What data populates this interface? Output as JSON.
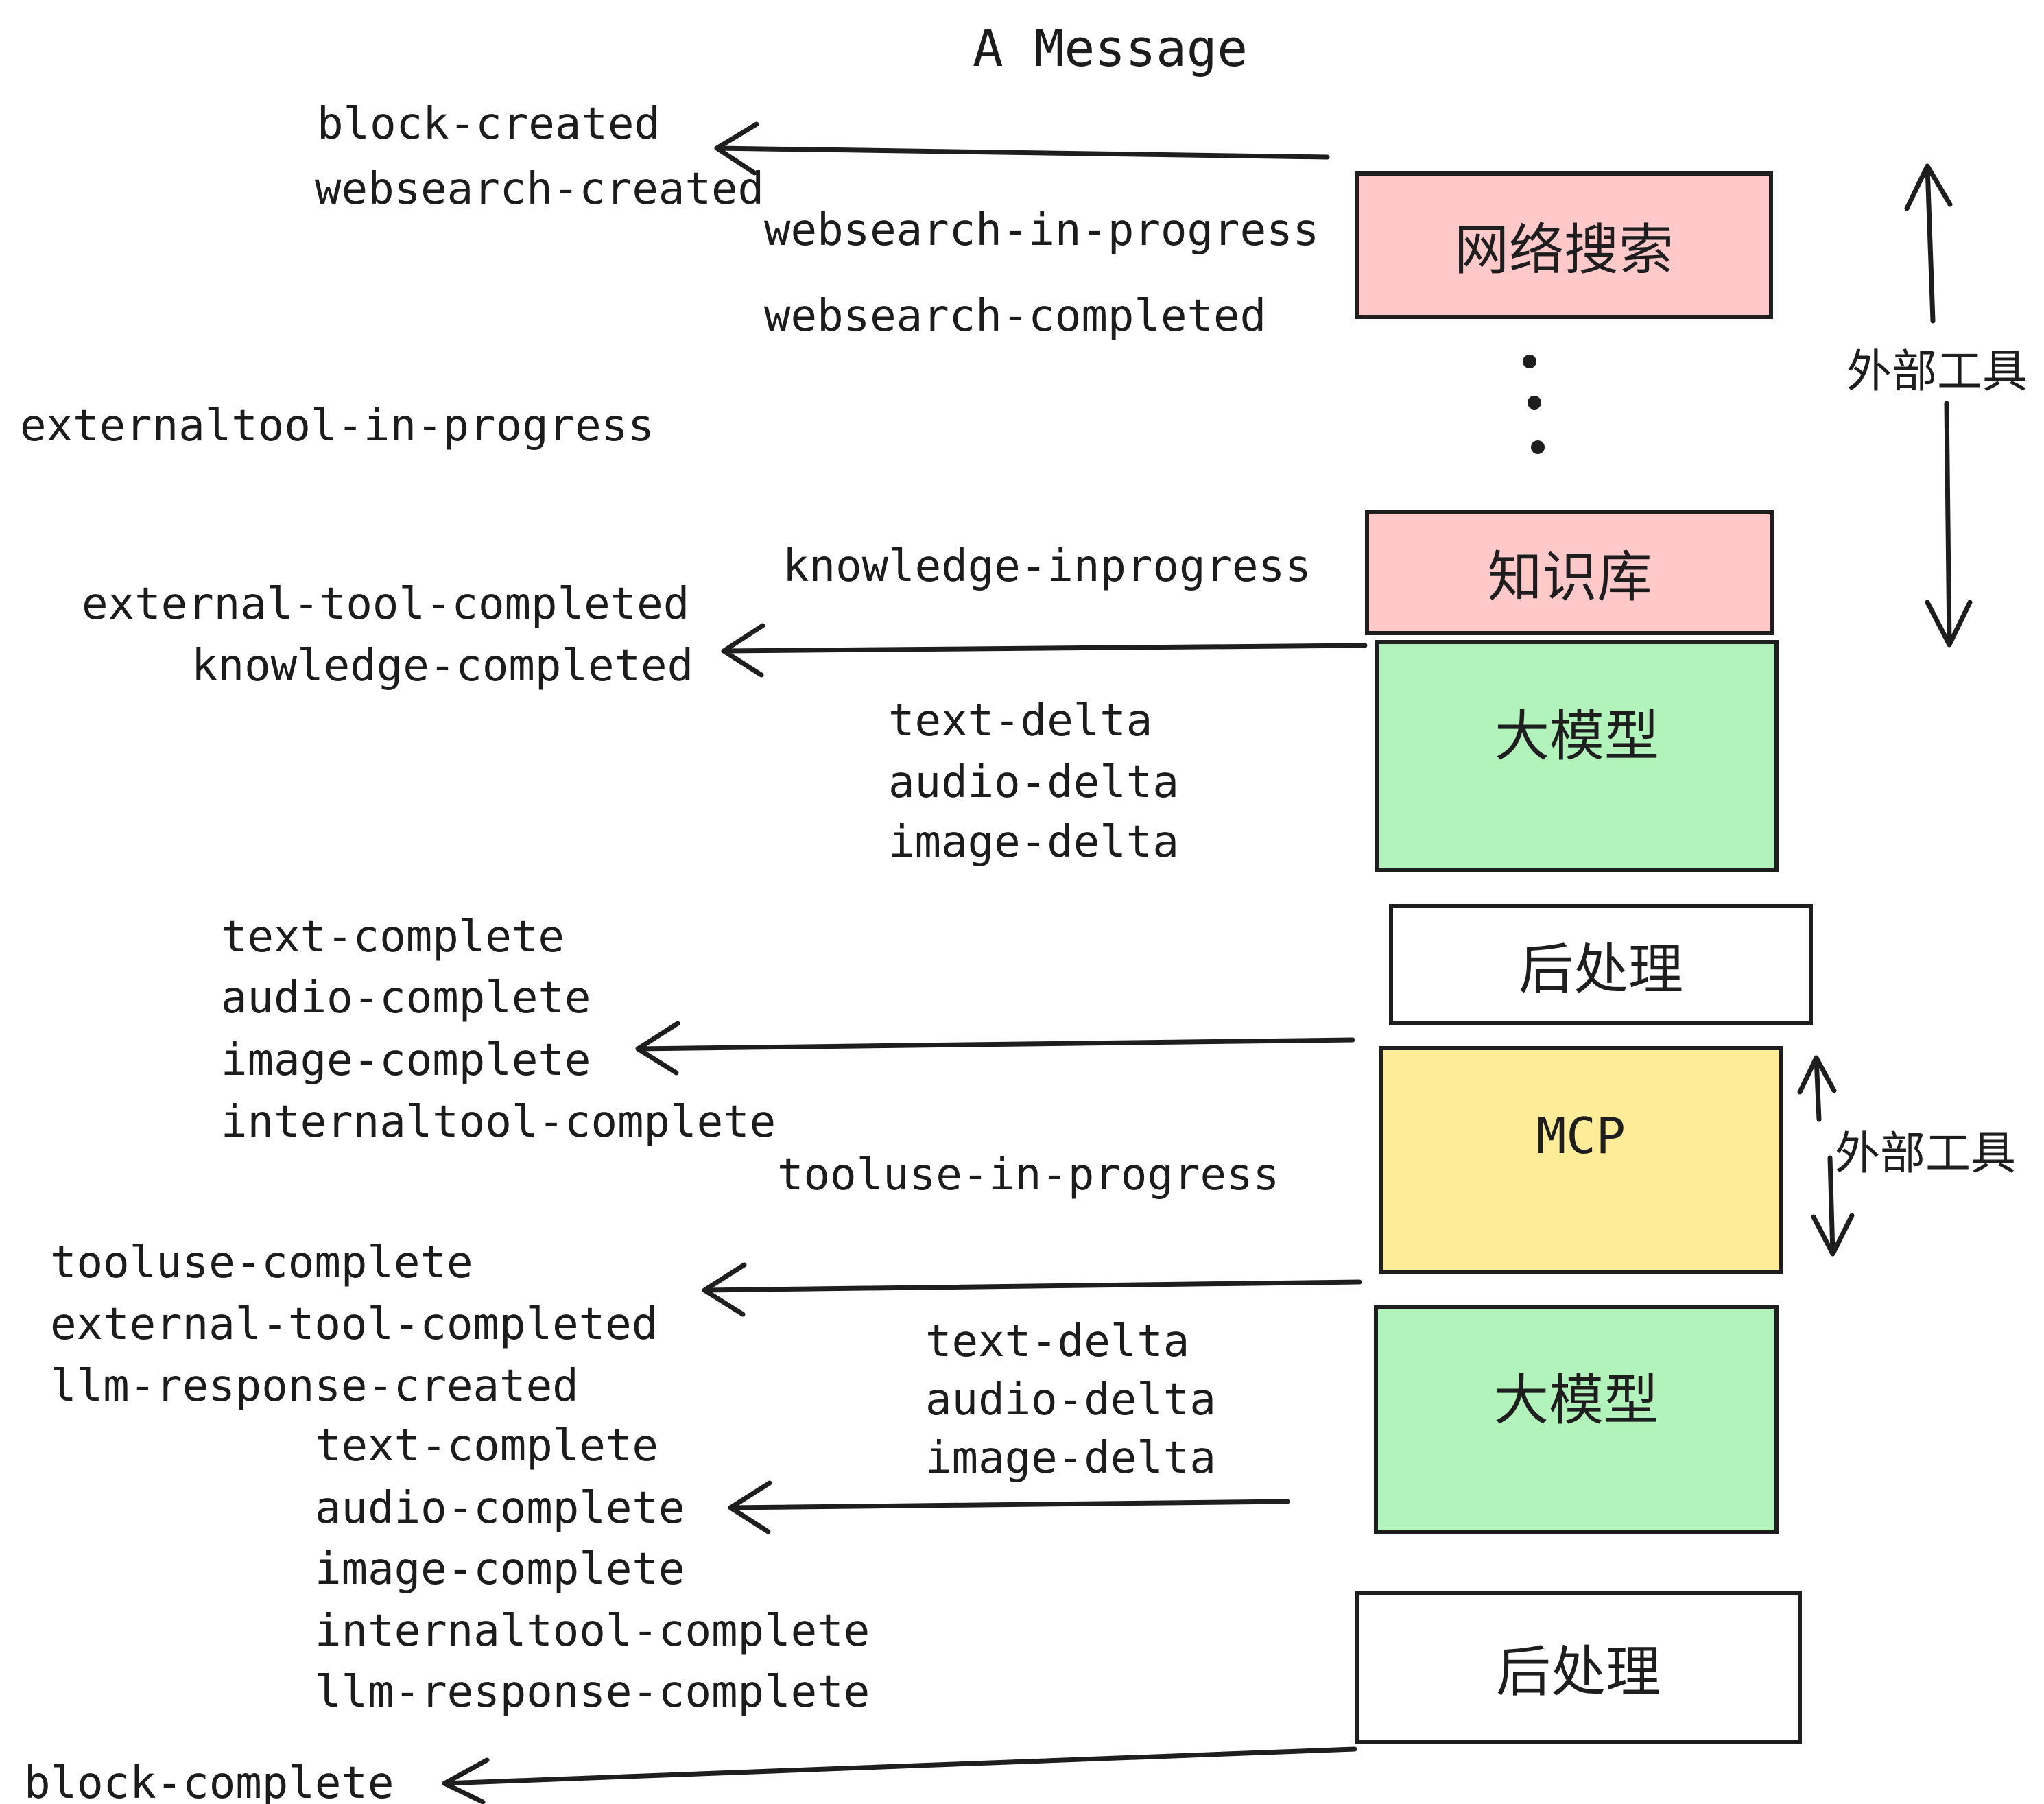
{
  "title": "A Message",
  "colors": {
    "pink": "#ffc9c9",
    "green": "#b2f2bb",
    "yellow": "#ffec99",
    "white": "#ffffff",
    "stroke": "#1e1e1e"
  },
  "boxes": {
    "websearch": {
      "label": "网络搜索"
    },
    "knowledge": {
      "label": "知识库"
    },
    "llm_top": {
      "label": "大模型"
    },
    "post_top": {
      "label": "后处理"
    },
    "mcp": {
      "label": "MCP"
    },
    "llm_bottom": {
      "label": "大模型"
    },
    "post_bottom": {
      "label": "后处理"
    }
  },
  "side_labels": {
    "external_tools_top": "外部工具",
    "external_tools_bottom": "外部工具"
  },
  "events": {
    "block_created": "block-created",
    "websearch_created": "websearch-created",
    "websearch_in_progress": "websearch-in-progress",
    "websearch_completed": "websearch-completed",
    "externaltool_in_progress": "externaltool-in-progress",
    "knowledge_inprogress": "knowledge-inprogress",
    "external_tool_completed_1": "external-tool-completed",
    "knowledge_completed": "knowledge-completed",
    "text_delta_1": "text-delta",
    "audio_delta_1": "audio-delta",
    "image_delta_1": "image-delta",
    "text_complete_1": "text-complete",
    "audio_complete_1": "audio-complete",
    "image_complete_1": "image-complete",
    "internaltool_complete_1": "internaltool-complete",
    "tooluse_in_progress": "tooluse-in-progress",
    "tooluse_complete": "tooluse-complete",
    "external_tool_completed_2": "external-tool-completed",
    "llm_response_created": "llm-response-created",
    "text_delta_2": "text-delta",
    "audio_delta_2": "audio-delta",
    "image_delta_2": "image-delta",
    "text_complete_2": "text-complete",
    "audio_complete_2": "audio-complete",
    "image_complete_2": "image-complete",
    "internaltool_complete_2": "internaltool-complete",
    "llm_response_complete": "llm-response-complete",
    "block_complete": "block-complete"
  }
}
